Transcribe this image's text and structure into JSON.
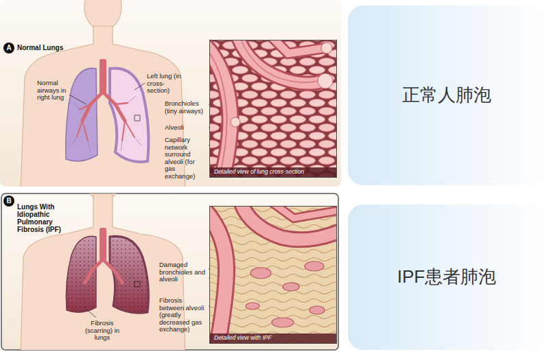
{
  "diagram": {
    "nodes": [
      {
        "text": [
          "A"
        ]
      },
      {
        "text": [
          "Detailed view of lung cross-section"
        ]
      },
      {
        "text": [
          "正常人肺泡"
        ]
      },
      {
        "text": [
          "B"
        ]
      },
      {
        "text": [
          "Detailed view with IPF"
        ]
      },
      {
        "text": [
          "IPF患者肺泡"
        ]
      }
    ],
    "labels": [
      "Normal Lungs",
      "Normal airways in right lung",
      "Left lung (in cross-section)",
      "Bronchioles (tiny airways)",
      "Alveoli",
      "Capillary network surround alveoli (for gas exchange)",
      "Lungs With Idiopathic Pulmonary Fibrosis (IPF)",
      "Damaged bronchioles and alveoli",
      "Fibrosis between alveoli (greatly decreased gas exchange)",
      "Fibrosis (scarring) in lungs"
    ]
  }
}
